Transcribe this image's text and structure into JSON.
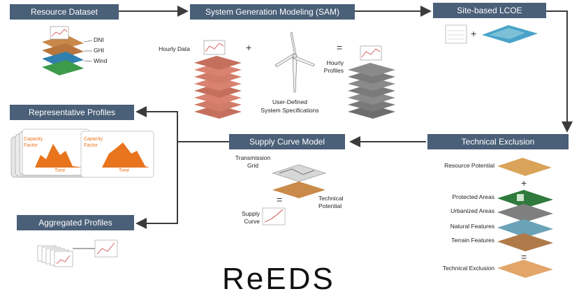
{
  "boxes": {
    "resource_dataset": "Resource Dataset",
    "sam": "System Generation Modeling (SAM)",
    "site_lcoe": "Site-based LCOE",
    "representative_profiles": "Representative Profiles",
    "supply_curve_model": "Supply Curve Model",
    "technical_exclusion": "Technical Exclusion",
    "aggregated_profiles": "Aggregated Profiles"
  },
  "resource_layers": [
    "DNI",
    "GHI",
    "Wind"
  ],
  "sam": {
    "hourly_data": "Hourly Data",
    "plus": "+",
    "equals": "=",
    "user_defined": "User-Defined",
    "system_specs": "System Specifications",
    "hourly_profiles_1": "Hourly",
    "hourly_profiles_2": "Profiles"
  },
  "lcoe_plus": "+",
  "profiles_chart": {
    "capacity": "Capacity",
    "factor": "Factor",
    "time": "Time"
  },
  "supply_curve": {
    "transmission": "Transmission",
    "grid": "Grid",
    "technical": "Technical",
    "potential": "Potential",
    "supply": "Supply",
    "curve": "Curve",
    "equals": "="
  },
  "exclusion_layers": {
    "resource_potential": "Resource Potential",
    "protected_areas": "Protected Areas",
    "urbanized_areas": "Urbanized Areas",
    "natural_features": "Natural Features",
    "terrain_features": "Terrain Features",
    "technical_exclusion": "Technical Exclusion",
    "plus": "+",
    "equals": "="
  },
  "watermark": "ReEDS",
  "colors": {
    "box": "#4a5f78",
    "arrow": "#3b3b3b",
    "profile_orange": "#e8741e",
    "stack_salmon": "#d9826f",
    "stack_gray": "#8a8a8a"
  }
}
